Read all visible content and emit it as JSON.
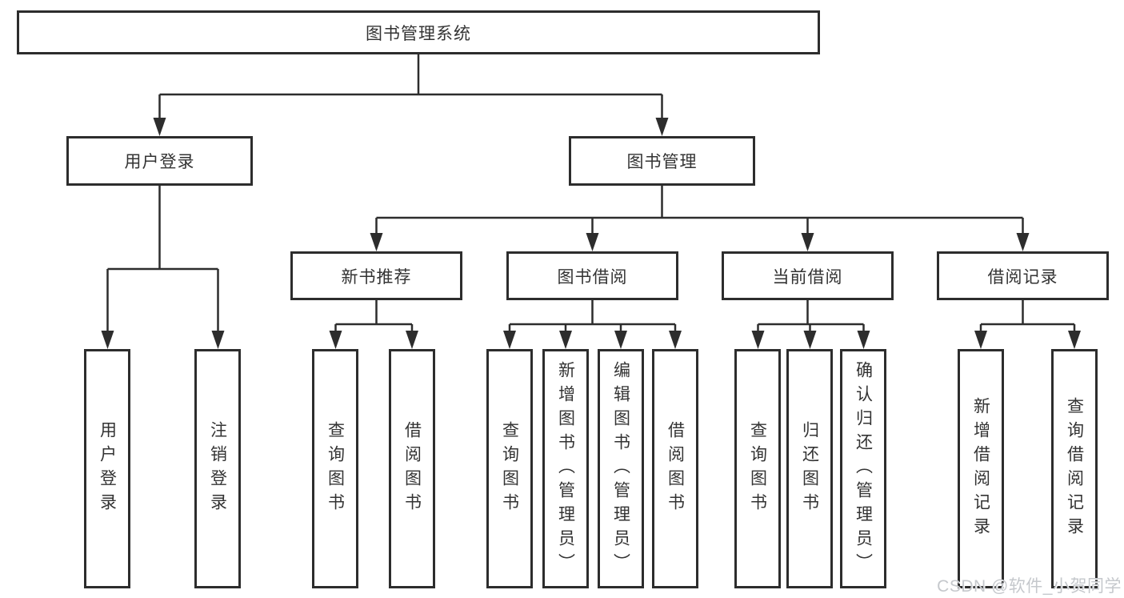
{
  "diagram": {
    "root": {
      "label": "图书管理系统"
    },
    "level2": [
      {
        "label": "用户登录"
      },
      {
        "label": "图书管理"
      }
    ],
    "level3": [
      {
        "label": "新书推荐"
      },
      {
        "label": "图书借阅"
      },
      {
        "label": "当前借阅"
      },
      {
        "label": "借阅记录"
      }
    ],
    "leaves": {
      "user_login": [
        {
          "label": "用户登录"
        },
        {
          "label": "注销登录"
        }
      ],
      "new_book": [
        {
          "label": "查询图书"
        },
        {
          "label": "借阅图书"
        }
      ],
      "book_borrow": [
        {
          "label": "查询图书"
        },
        {
          "label": "新增图书（管理员）"
        },
        {
          "label": "编辑图书（管理员）"
        },
        {
          "label": "借阅图书"
        }
      ],
      "current_borrow": [
        {
          "label": "查询图书"
        },
        {
          "label": "归还图书"
        },
        {
          "label": "确认归还（管理员）"
        }
      ],
      "borrow_record": [
        {
          "label": "新增借阅记录"
        },
        {
          "label": "查询借阅记录"
        }
      ]
    },
    "watermark": "CSDN @软件_小贺同学",
    "colors": {
      "line": "#2d2d2d",
      "text": "#333333",
      "watermark": "#c5c8cc",
      "background": "#ffffff"
    }
  }
}
